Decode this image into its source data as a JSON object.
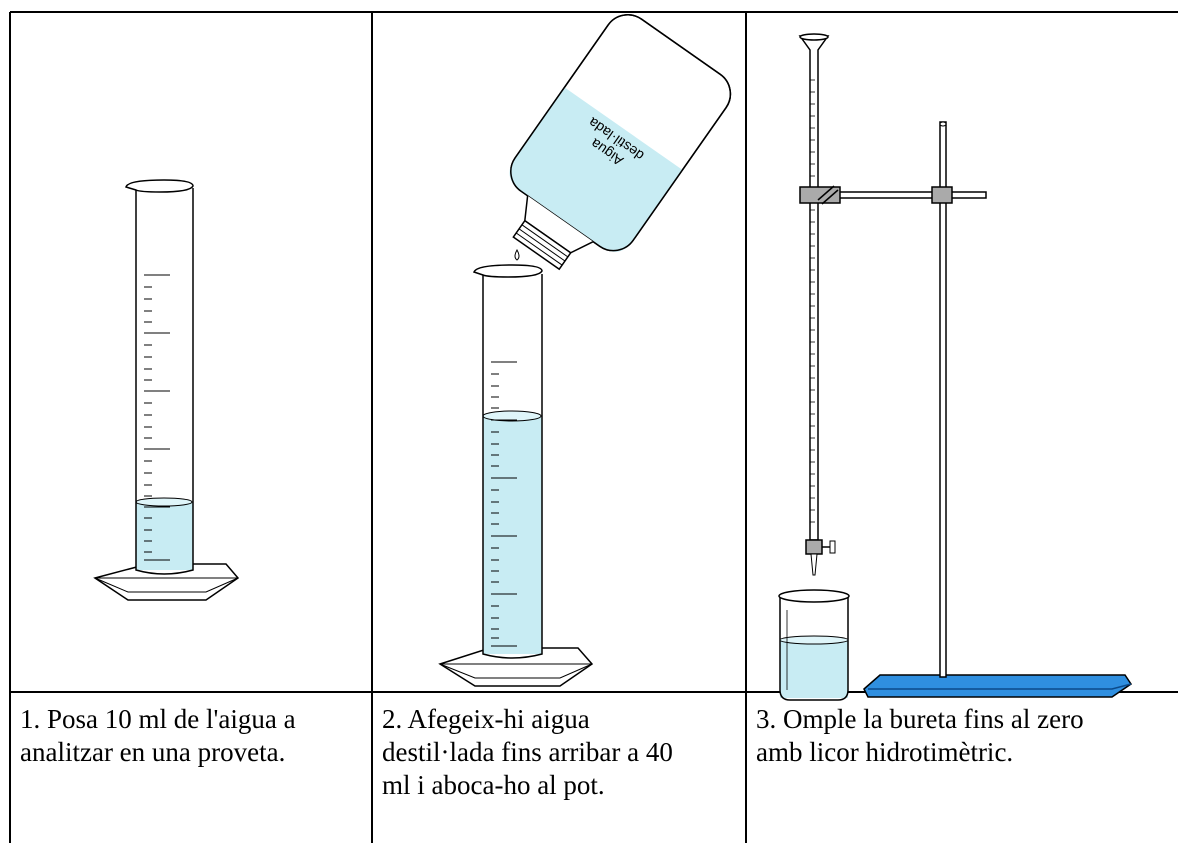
{
  "bottle_label": {
    "line1": "Aigua",
    "line2": "destil·lada"
  },
  "captions": [
    {
      "line1": "1. Posa 10 ml de l'aigua a",
      "line2": "analitzar en una proveta."
    },
    {
      "line1": "2. Afegeix-hi aigua",
      "line2": "destil·lada fins arribar a 40",
      "line3": "ml i aboca-ho al pot."
    },
    {
      "line1": "3. Omple la bureta fins al zero",
      "line2": "amb licor hidrotimètric."
    }
  ],
  "colors": {
    "liquid": "#c8ecf3",
    "base_plate": "#2f8fe0",
    "clamp": "#aaaaaa",
    "grid": "#000000"
  }
}
